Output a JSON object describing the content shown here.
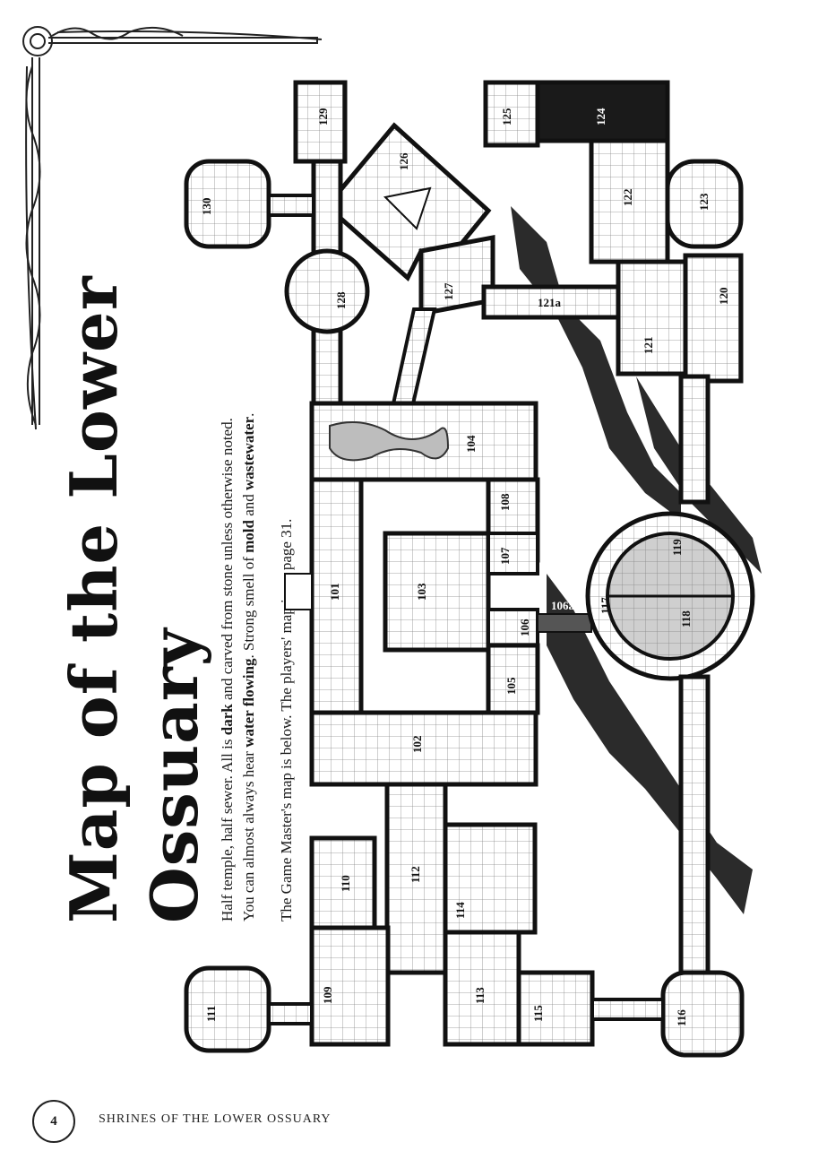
{
  "title": "Map of the Lower Ossuary",
  "intro_line1_a": "Half temple, half sewer. All is ",
  "intro_dark": "dark",
  "intro_line1_b": " and carved from stone unless otherwise noted.",
  "intro_line2_a": "You can almost always hear ",
  "intro_water": "water flowing",
  "intro_line2_b": ". Strong smell of ",
  "intro_mold": "mold",
  "intro_line2_c": " and ",
  "intro_waste": "wastewater",
  "intro_line2_d": ".",
  "intro_line3": "The Game Master's map is below. The players' map is on page 31.",
  "footer": {
    "page_number": "4",
    "book_title": "SHRINES OF THE LOWER OSSUARY"
  },
  "rooms": [
    {
      "id": "101"
    },
    {
      "id": "102"
    },
    {
      "id": "103"
    },
    {
      "id": "104"
    },
    {
      "id": "105"
    },
    {
      "id": "106"
    },
    {
      "id": "106a"
    },
    {
      "id": "107"
    },
    {
      "id": "108"
    },
    {
      "id": "109"
    },
    {
      "id": "110"
    },
    {
      "id": "111"
    },
    {
      "id": "112"
    },
    {
      "id": "113"
    },
    {
      "id": "114"
    },
    {
      "id": "115"
    },
    {
      "id": "116"
    },
    {
      "id": "117"
    },
    {
      "id": "118"
    },
    {
      "id": "119"
    },
    {
      "id": "120"
    },
    {
      "id": "121"
    },
    {
      "id": "121a"
    },
    {
      "id": "122"
    },
    {
      "id": "123"
    },
    {
      "id": "124"
    },
    {
      "id": "125"
    },
    {
      "id": "126"
    },
    {
      "id": "127"
    },
    {
      "id": "128"
    },
    {
      "id": "129"
    },
    {
      "id": "130"
    }
  ],
  "colors": {
    "ink": "#111111",
    "floor": "#ffffff",
    "grid": "#777777",
    "water_pool": "#bdbdbd",
    "chasm": "#2b2b2b",
    "dark_room": "#1a1a1a"
  }
}
